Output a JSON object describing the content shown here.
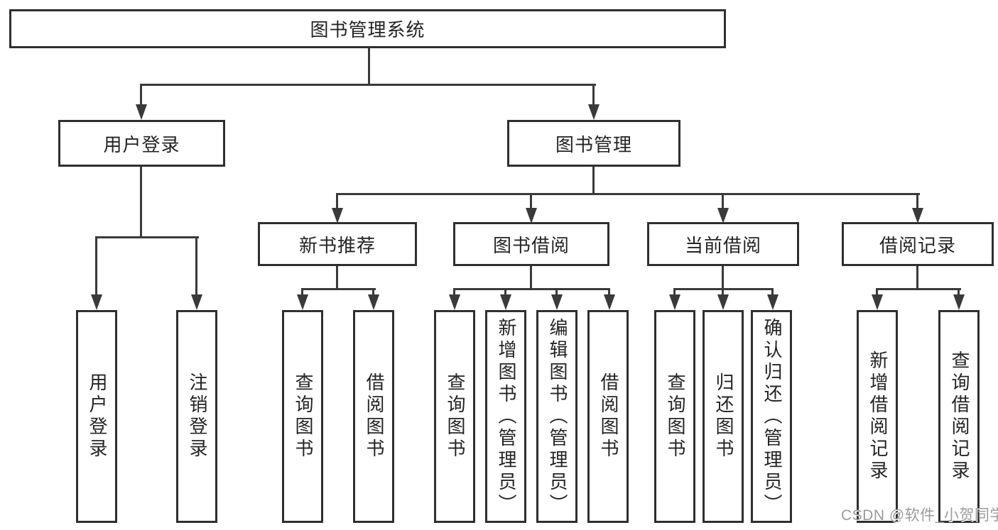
{
  "watermark": {
    "text": "CSDN @软件_小贺同学"
  },
  "tree": {
    "root": {
      "label": "图书管理系统",
      "children": [
        {
          "label": "用户登录",
          "children": [
            {
              "label": "用户登录"
            },
            {
              "label": "注销登录"
            }
          ]
        },
        {
          "label": "图书管理",
          "children": [
            {
              "label": "新书推荐",
              "children": [
                {
                  "label": "查询图书"
                },
                {
                  "label": "借阅图书"
                }
              ]
            },
            {
              "label": "图书借阅",
              "children": [
                {
                  "label": "查询图书"
                },
                {
                  "label": "新增图书（管理员）"
                },
                {
                  "label": "编辑图书（管理员）"
                },
                {
                  "label": "借阅图书"
                }
              ]
            },
            {
              "label": "当前借阅",
              "children": [
                {
                  "label": "查询图书"
                },
                {
                  "label": "归还图书"
                },
                {
                  "label": "确认归还（管理员）"
                }
              ]
            },
            {
              "label": "借阅记录",
              "children": [
                {
                  "label": "新增借阅记录"
                },
                {
                  "label": "查询借阅记录"
                }
              ]
            }
          ]
        }
      ]
    }
  }
}
